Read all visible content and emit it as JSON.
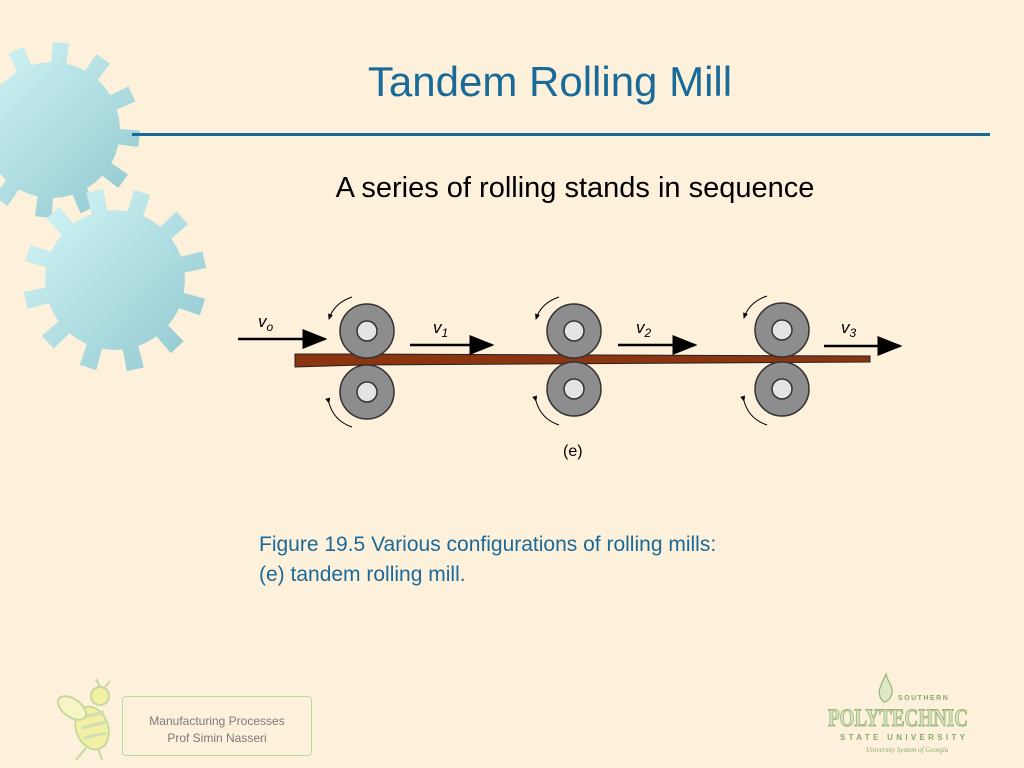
{
  "slide": {
    "title": "Tandem Rolling Mill",
    "subtitle": "A series of rolling stands in sequence"
  },
  "diagram": {
    "velocity_labels": [
      "v",
      "v",
      "v",
      "v"
    ],
    "velocity_subscripts": [
      "o",
      "1",
      "2",
      "3"
    ],
    "panel_label": "(e)",
    "colors": {
      "roll": "#8d8d8d",
      "strip": "#8b3410"
    }
  },
  "caption": {
    "line1": "Figure 19.5  Various configurations of rolling mills:",
    "line2": "(e) tandem rolling mill."
  },
  "footer": {
    "course": "Manufacturing Processes",
    "instructor": "Prof Simin Nasseri"
  },
  "logo": {
    "southern": "SOUTHERN",
    "name": "POLYTECHNIC",
    "state": "STATE UNIVERSITY",
    "system": "University System of Georgia"
  }
}
